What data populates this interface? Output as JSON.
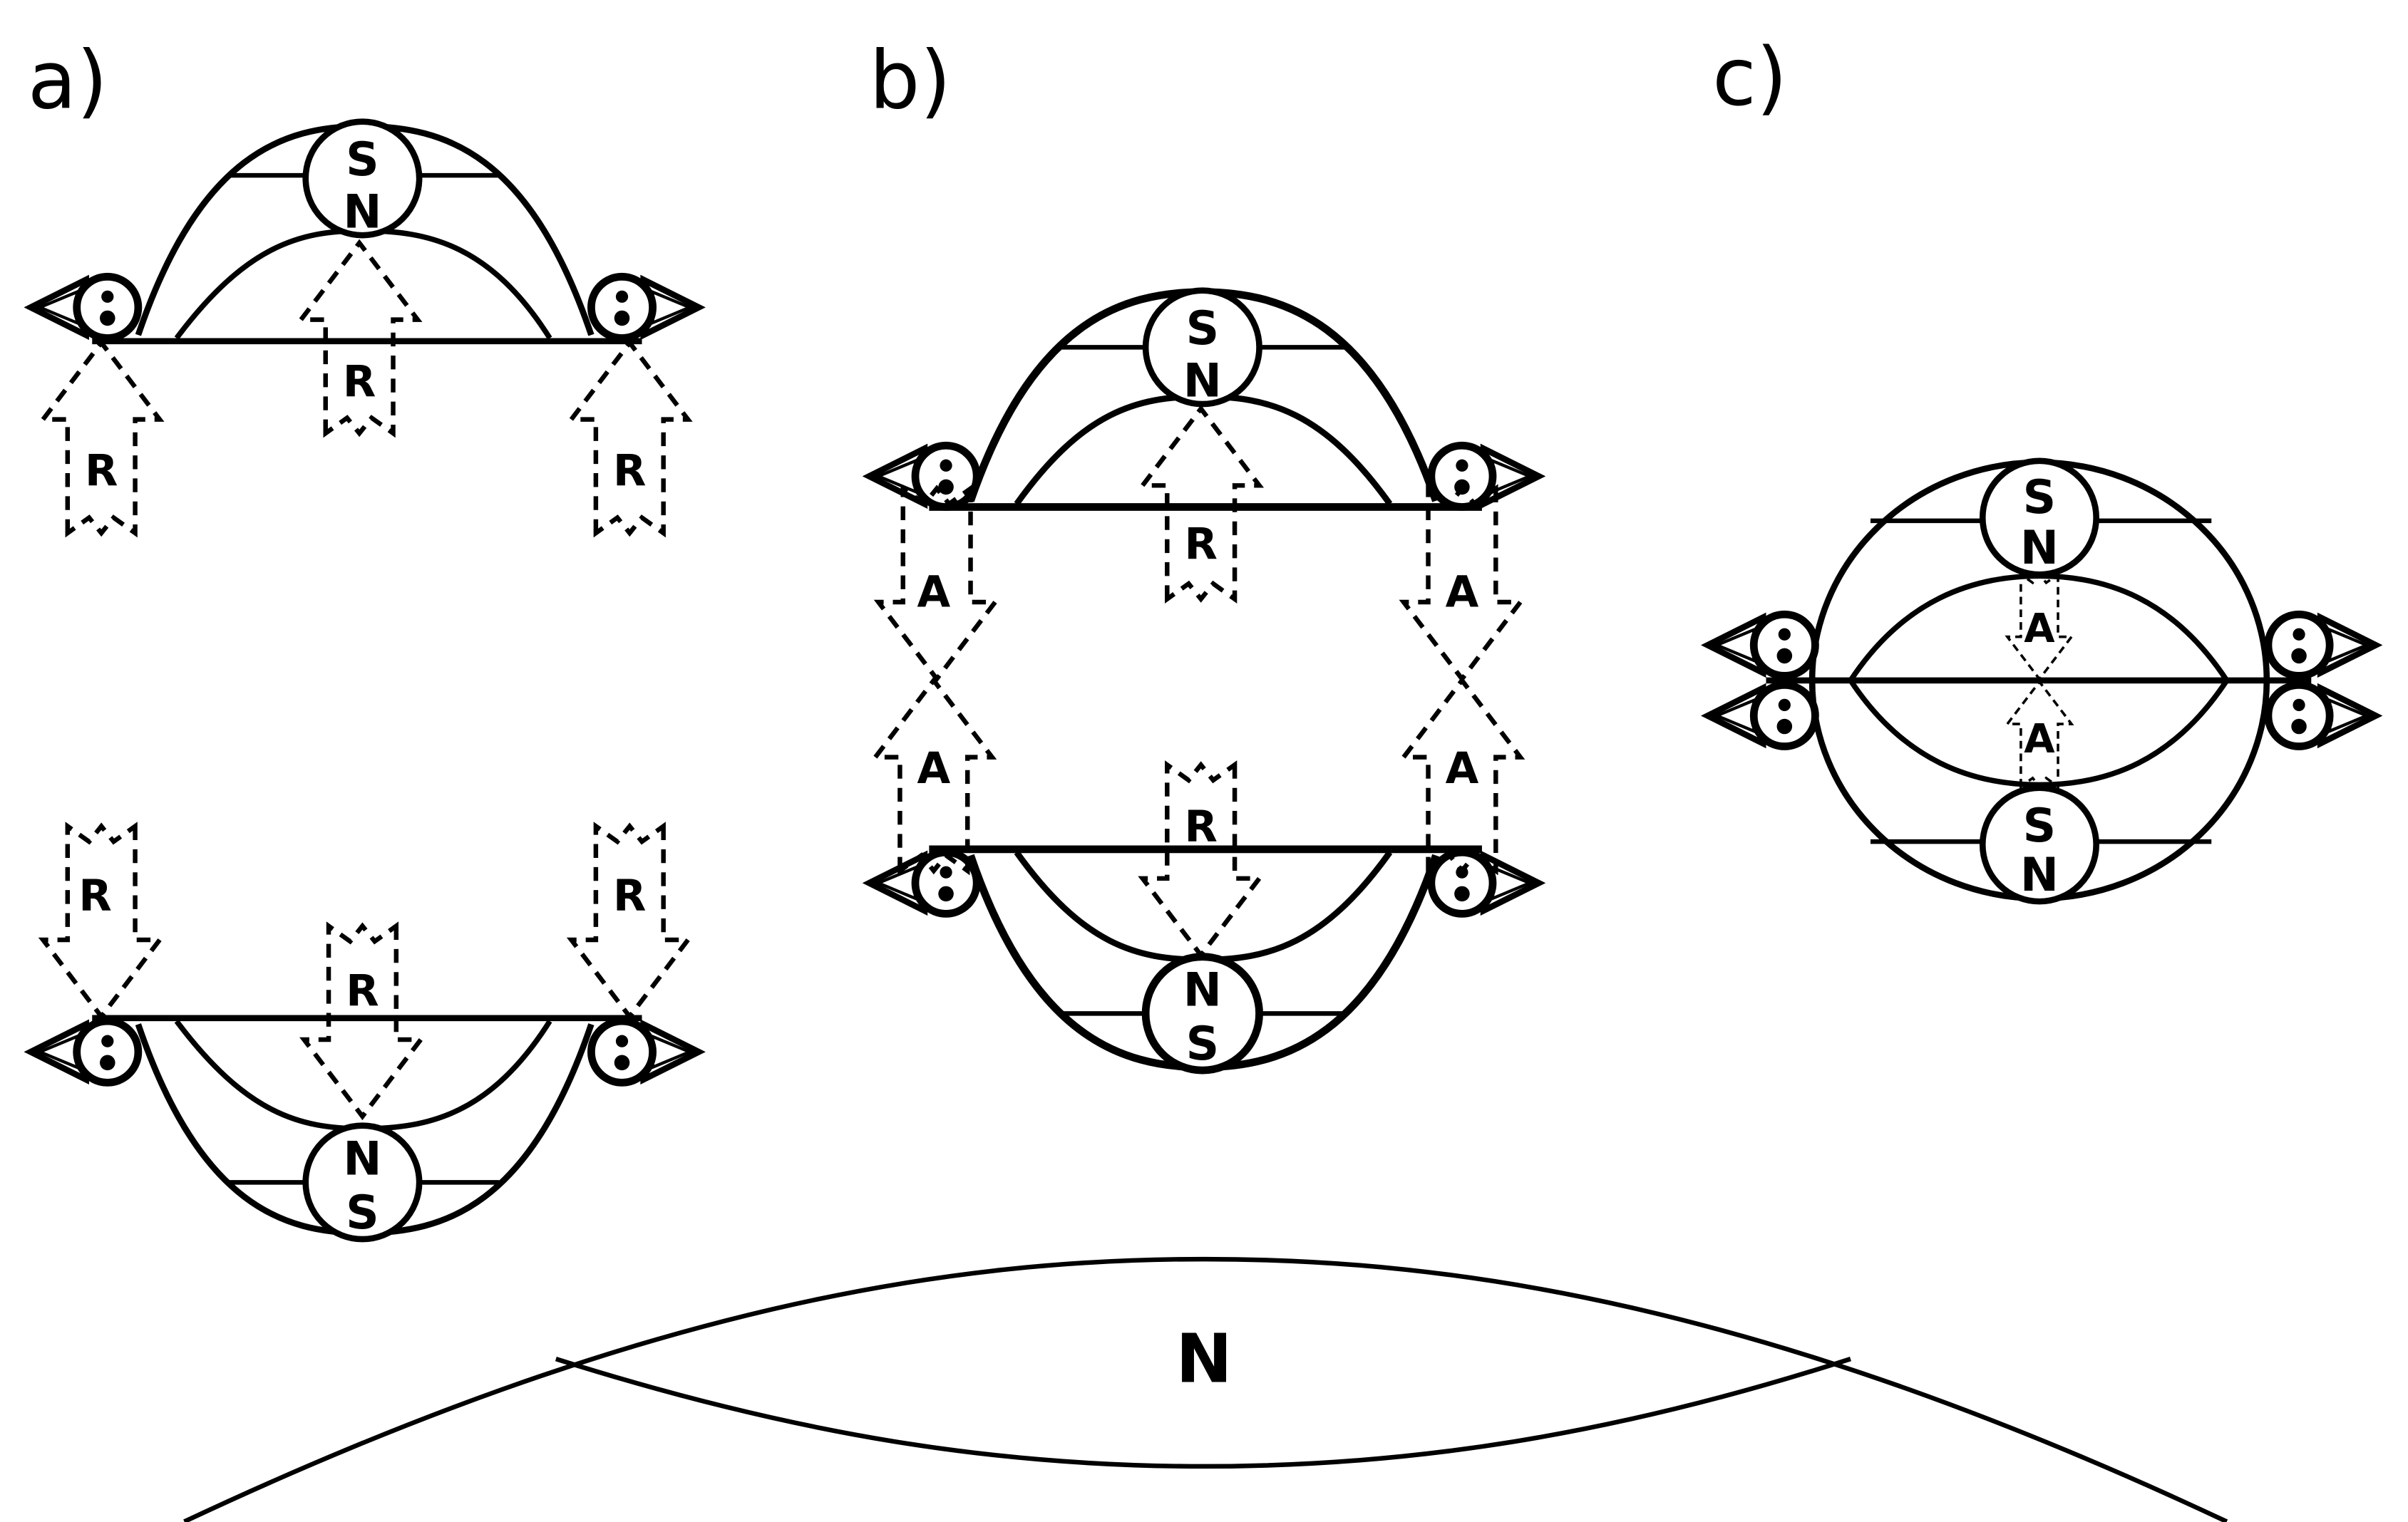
{
  "panels": {
    "a": {
      "label": "a)",
      "top_magnet": {
        "upper": "S",
        "lower": "N"
      },
      "bottom_magnet": {
        "upper": "N",
        "lower": "S"
      },
      "top_arrows": [
        "R",
        "R",
        "R"
      ],
      "bottom_arrows": [
        "R",
        "R",
        "R"
      ]
    },
    "b": {
      "label": "b)",
      "top_magnet": {
        "upper": "S",
        "lower": "N"
      },
      "bottom_magnet": {
        "upper": "N",
        "lower": "S"
      },
      "top_arrows": [
        "A",
        "R",
        "A"
      ],
      "bottom_arrows": [
        "A",
        "R",
        "A"
      ]
    },
    "c": {
      "label": "c)",
      "top_magnet": {
        "upper": "S",
        "lower": "N"
      },
      "bottom_magnet": {
        "upper": "S",
        "lower": "N"
      },
      "center_arrows": [
        "A",
        "A"
      ]
    }
  },
  "earth": {
    "pole_label": "N"
  }
}
